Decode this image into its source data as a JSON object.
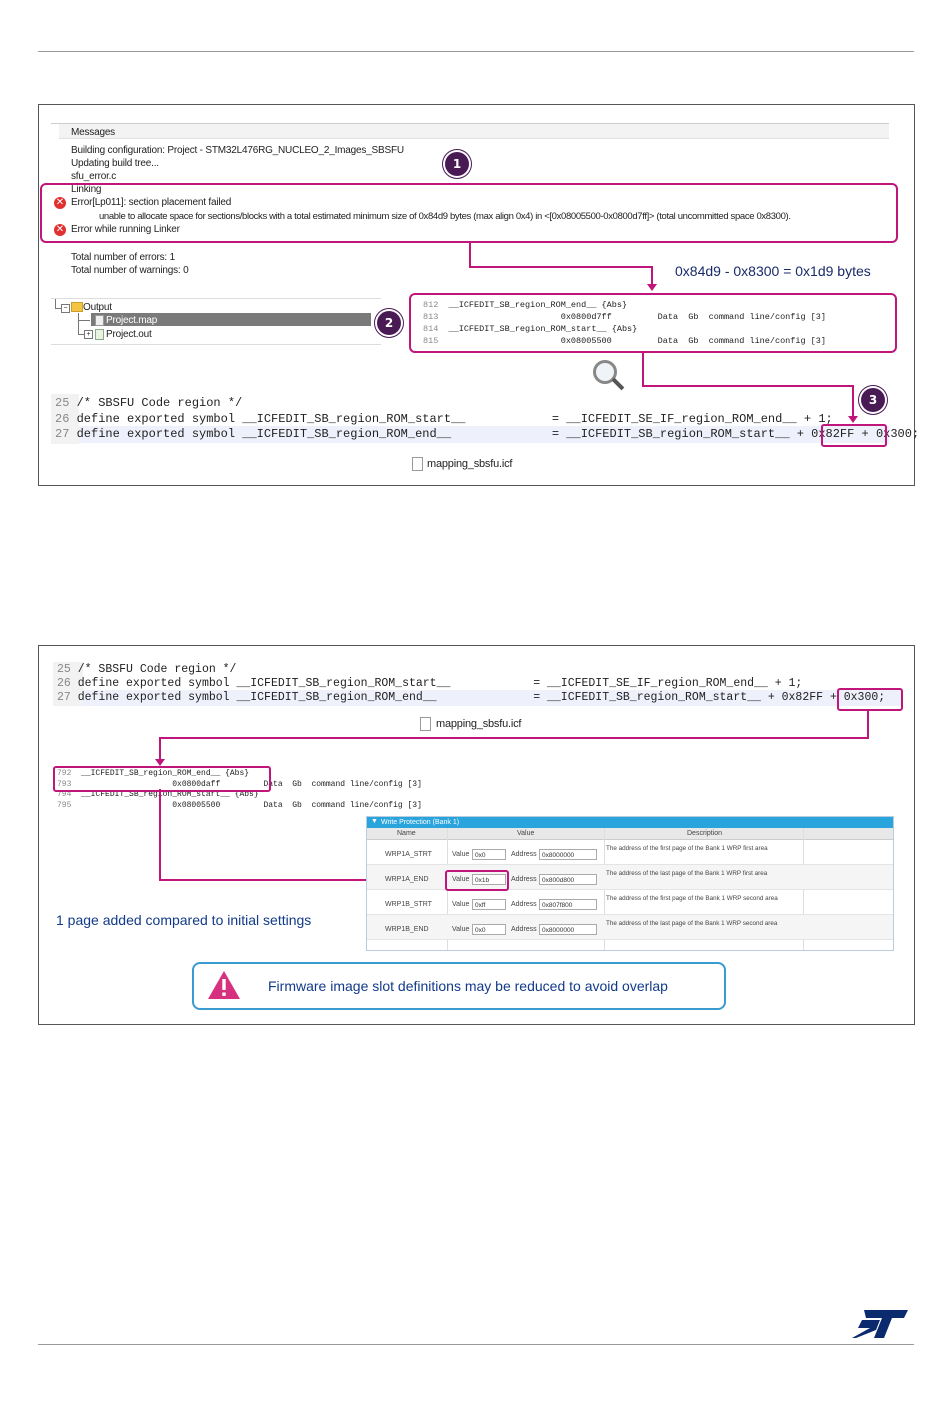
{
  "page": {
    "top_rule": "",
    "bottom_rule": ""
  },
  "figure1": {
    "messages": {
      "header": "Messages",
      "lines": [
        "Building configuration: Project - STM32L476RG_NUCLEO_2_Images_SBSFU",
        "Updating build tree...",
        "sfu_error.c",
        "Linking"
      ],
      "error1": "Error[Lp011]: section placement failed",
      "error1_detail": "unable to allocate space for sections/blocks with a total estimated minimum size of 0x84d9 bytes (max align 0x4) in <[0x08005500-0x0800d7ff]> (total uncommitted space 0x8300).",
      "error2": "Error while running Linker",
      "total_errors": "Total number of errors: 1",
      "total_warnings": "Total number of warnings: 0"
    },
    "calc": "0x84d9 - 0x8300 = 0x1d9 bytes",
    "tree": {
      "output": "Output",
      "project_map": "Project.map",
      "project_out": "Project.out"
    },
    "map_lines": [
      {
        "num": "812",
        "text": "__ICFEDIT_SB_region_ROM_end__ {Abs}"
      },
      {
        "num": "813",
        "text": "                      0x0800d7ff         Data  Gb  command line/config [3]"
      },
      {
        "num": "814",
        "text": "__ICFEDIT_SB_region_ROM_start__ {Abs}"
      },
      {
        "num": "815",
        "text": "                      0x08005500         Data  Gb  command line/config [3]"
      }
    ],
    "code": [
      {
        "num": "25",
        "text": "/* SBSFU Code region */"
      },
      {
        "num": "26",
        "text": "define exported symbol __ICFEDIT_SB_region_ROM_start__            = __ICFEDIT_SE_IF_region_ROM_end__ + 1;"
      },
      {
        "num": "27",
        "text": "define exported symbol __ICFEDIT_SB_region_ROM_end__              = __ICFEDIT_SB_region_ROM_start__ + 0x82FF"
      }
    ],
    "code_highlight": "+ 0x300;",
    "filename": "mapping_sbsfu.icf",
    "badges": [
      "1",
      "2",
      "3"
    ]
  },
  "figure2": {
    "code": [
      {
        "num": "25",
        "text": "/* SBSFU Code region */"
      },
      {
        "num": "26",
        "text": "define exported symbol __ICFEDIT_SB_region_ROM_start__            = __ICFEDIT_SE_IF_region_ROM_end__ + 1;"
      },
      {
        "num": "27",
        "text": "define exported symbol __ICFEDIT_SB_region_ROM_end__              = __ICFEDIT_SB_region_ROM_start__ + 0x82FF"
      }
    ],
    "code_highlight": "+ 0x300;",
    "filename": "mapping_sbsfu.icf",
    "map_lines": [
      {
        "num": "792",
        "text": "__ICFEDIT_SB_region_ROM_end__ {Abs}"
      },
      {
        "num": "793",
        "text": "                   0x0800daff         Data  Gb  command line/config [3]"
      },
      {
        "num": "794",
        "text": "__ICFEDIT_SB_region_ROM_start__ {Abs}"
      },
      {
        "num": "795",
        "text": "                   0x08005500         Data  Gb  command line/config [3]"
      }
    ],
    "wp": {
      "title": "Write Protection (Bank 1)",
      "col_name": "Name",
      "col_value": "Value",
      "col_desc": "Description",
      "value_label": "Value",
      "address_label": "Address",
      "rows": [
        {
          "name": "WRP1A_STRT",
          "value": "0x0",
          "address": "0x8000000",
          "desc": "The address of the first page of the Bank 1 WRP first area"
        },
        {
          "name": "WRP1A_END",
          "value": "0x1b",
          "address": "0x800d800",
          "desc": "The address of the last page of the Bank 1 WRP first area"
        },
        {
          "name": "WRP1B_STRT",
          "value": "0xff",
          "address": "0x807f800",
          "desc": "The address of the first page of the Bank 1 WRP second area"
        },
        {
          "name": "WRP1B_END",
          "value": "0x0",
          "address": "0x8000000",
          "desc": "The address of the last page of the Bank 1 WRP second area"
        }
      ]
    },
    "note": "1 page added compared to initial settings",
    "warning": "Firmware image slot definitions may be reduced to avoid overlap"
  },
  "colors": {
    "accent": "#c0157a",
    "badge": "#4a1a55",
    "wp_header": "#2aa4dc",
    "warning_border": "#3a9bd0",
    "text_blue": "#123a8a"
  }
}
